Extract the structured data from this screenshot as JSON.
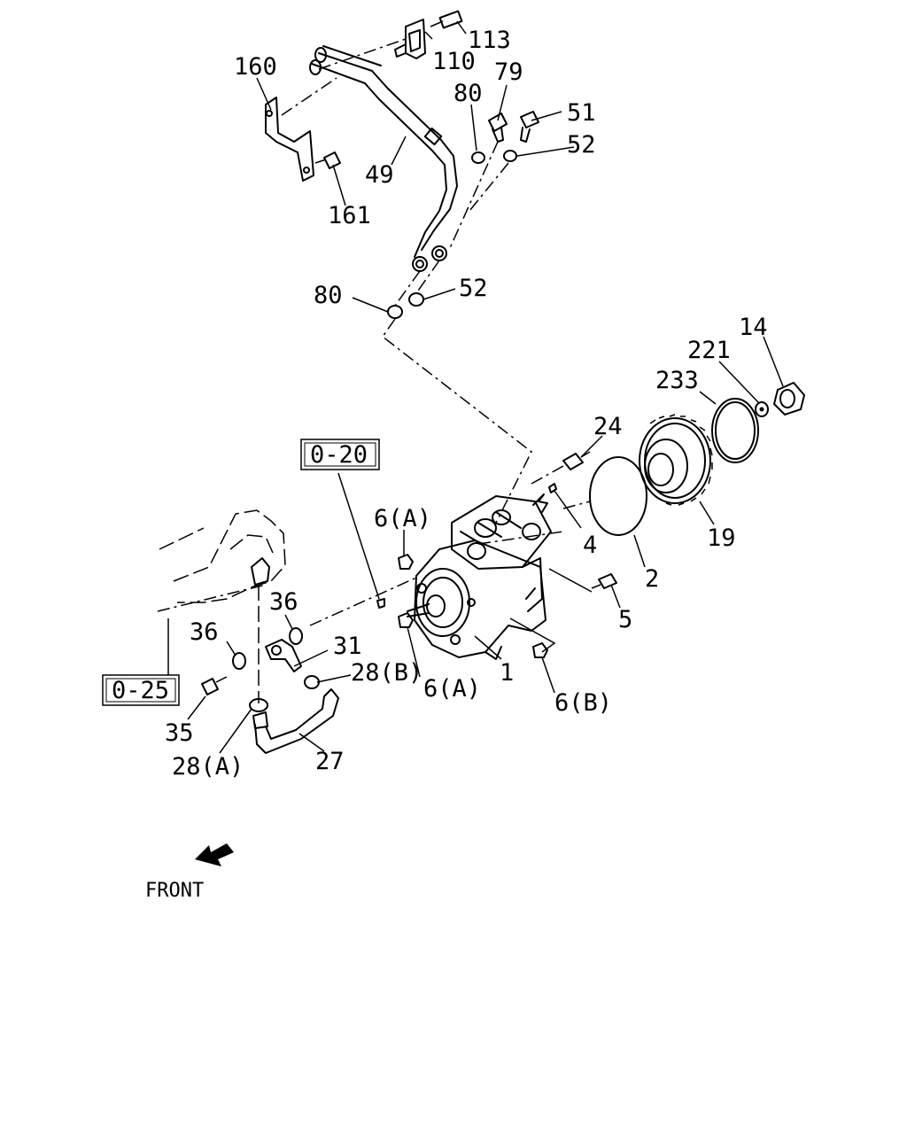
{
  "diagram": {
    "callouts": [
      {
        "id": "113",
        "text": "113"
      },
      {
        "id": "110",
        "text": "110"
      },
      {
        "id": "160",
        "text": "160"
      },
      {
        "id": "79",
        "text": "79"
      },
      {
        "id": "80a",
        "text": "80"
      },
      {
        "id": "51",
        "text": "51"
      },
      {
        "id": "52a",
        "text": "52"
      },
      {
        "id": "49",
        "text": "49"
      },
      {
        "id": "161",
        "text": "161"
      },
      {
        "id": "80b",
        "text": "80"
      },
      {
        "id": "52b",
        "text": "52"
      },
      {
        "id": "14",
        "text": "14"
      },
      {
        "id": "221",
        "text": "221"
      },
      {
        "id": "233",
        "text": "233"
      },
      {
        "id": "24",
        "text": "24"
      },
      {
        "id": "6a1",
        "text": "6(A)"
      },
      {
        "id": "4",
        "text": "4"
      },
      {
        "id": "19",
        "text": "19"
      },
      {
        "id": "2",
        "text": "2"
      },
      {
        "id": "36a",
        "text": "36"
      },
      {
        "id": "36b",
        "text": "36"
      },
      {
        "id": "31",
        "text": "31"
      },
      {
        "id": "5",
        "text": "5"
      },
      {
        "id": "28b",
        "text": "28(B)"
      },
      {
        "id": "1",
        "text": "1"
      },
      {
        "id": "6a2",
        "text": "6(A)"
      },
      {
        "id": "6b",
        "text": "6(B)"
      },
      {
        "id": "35",
        "text": "35"
      },
      {
        "id": "28a",
        "text": "28(A)"
      },
      {
        "id": "27",
        "text": "27"
      }
    ],
    "references": [
      {
        "id": "ref-0-20",
        "text": "0-20"
      },
      {
        "id": "ref-0-25",
        "text": "0-25"
      }
    ],
    "direction_label": "FRONT"
  }
}
